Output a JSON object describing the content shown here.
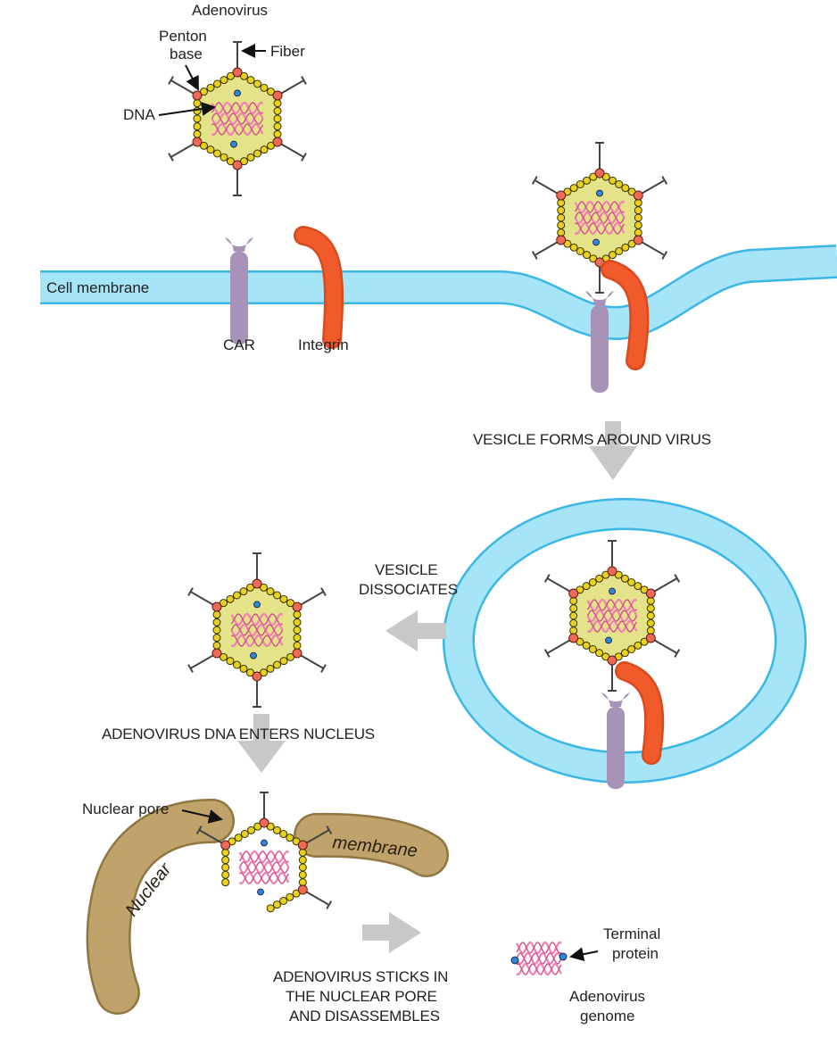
{
  "labels": {
    "adenovirus": "Adenovirus",
    "penton_base_1": "Penton",
    "penton_base_2": "base",
    "fiber": "Fiber",
    "dna": "DNA",
    "cell_membrane": "Cell membrane",
    "car": "CAR",
    "integrin": "Integrin",
    "nuclear_pore": "Nuclear pore",
    "nuclear": "Nuclear",
    "membrane": "membrane",
    "terminal_protein_1": "Terminal",
    "terminal_protein_2": "protein",
    "adenovirus_genome_1": "Adenovirus",
    "adenovirus_genome_2": "genome"
  },
  "steps": {
    "vesicle_forms": "VESICLE FORMS AROUND VIRUS",
    "vesicle_dissociates_1": "VESICLE",
    "vesicle_dissociates_2": "DISSOCIATES",
    "dna_enters_nucleus": "ADENOVIRUS DNA ENTERS NUCLEUS",
    "sticks_1": "ADENOVIRUS STICKS IN",
    "sticks_2": "THE NUCLEAR PORE",
    "sticks_3": "AND DISASSEMBLES"
  },
  "colors": {
    "membrane": "#a6e4f7",
    "membrane_edge": "#3ab7e6",
    "capsid": "#e5e38a",
    "capsomer": "#e8d21f",
    "penton": "#ef6a55",
    "car": "#a893b8",
    "integrin": "#f15a2b",
    "nuclear_membrane": "#bfa36a",
    "dna": "#f07fb3",
    "terminal_protein": "#2f86d6",
    "arrow": "#c8c8c8"
  }
}
